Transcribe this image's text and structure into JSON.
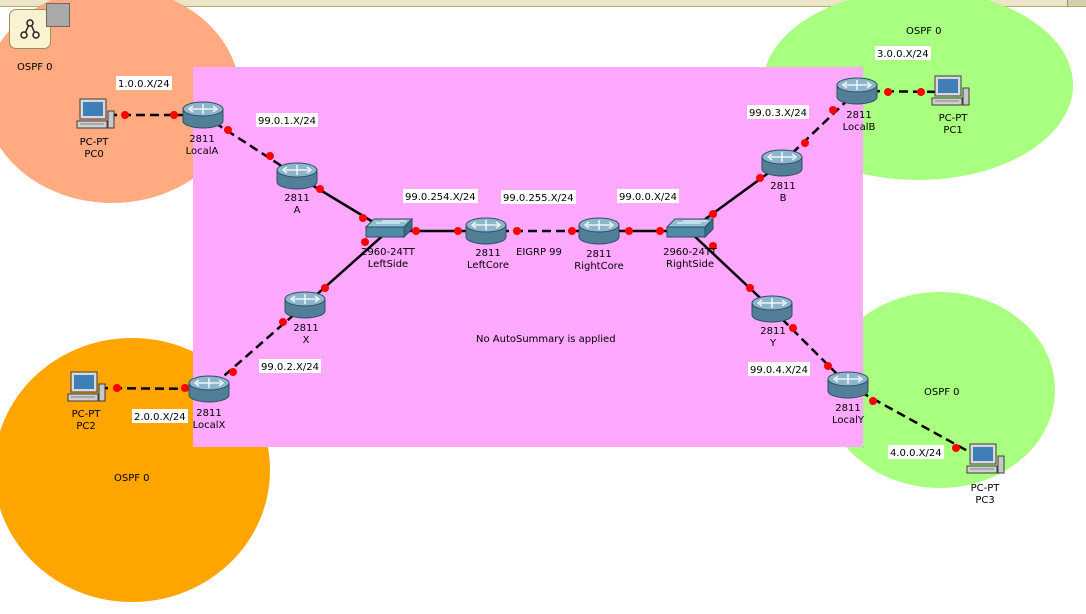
{
  "window": {
    "title_strip": ""
  },
  "areas": [
    {
      "id": "ospf-pc0",
      "label": "OSPF 0",
      "color": "#ffaa80"
    },
    {
      "id": "ospf-pc2",
      "label": "OSPF 0",
      "color": "#ffa500"
    },
    {
      "id": "ospf-pc1",
      "label": "OSPF 0",
      "color": "#a8ff80"
    },
    {
      "id": "ospf-pc3",
      "label": "OSPF 0",
      "color": "#a8ff80"
    },
    {
      "id": "eigrp",
      "label": "",
      "color": "#ffa8ff"
    }
  ],
  "core_note": "No AutoSummary is applied",
  "eigrp_label": "EIGRP 99",
  "devices": [
    {
      "id": "pc0",
      "type": "pc",
      "model": "PC-PT",
      "name": "PC0"
    },
    {
      "id": "pc1",
      "type": "pc",
      "model": "PC-PT",
      "name": "PC1"
    },
    {
      "id": "pc2",
      "type": "pc",
      "model": "PC-PT",
      "name": "PC2"
    },
    {
      "id": "pc3",
      "type": "pc",
      "model": "PC-PT",
      "name": "PC3"
    },
    {
      "id": "localA",
      "type": "router",
      "model": "2811",
      "name": "LocalA"
    },
    {
      "id": "A",
      "type": "router",
      "model": "2811",
      "name": "A"
    },
    {
      "id": "X",
      "type": "router",
      "model": "2811",
      "name": "X"
    },
    {
      "id": "localX",
      "type": "router",
      "model": "2811",
      "name": "LocalX"
    },
    {
      "id": "leftSide",
      "type": "switch",
      "model": "2960-24TT",
      "name": "LeftSide"
    },
    {
      "id": "leftCore",
      "type": "router",
      "model": "2811",
      "name": "LeftCore"
    },
    {
      "id": "rightCore",
      "type": "router",
      "model": "2811",
      "name": "RightCore"
    },
    {
      "id": "rightSide",
      "type": "switch",
      "model": "2960-24TT",
      "name": "RightSide"
    },
    {
      "id": "B",
      "type": "router",
      "model": "2811",
      "name": "B"
    },
    {
      "id": "localB",
      "type": "router",
      "model": "2811",
      "name": "LocalB"
    },
    {
      "id": "Y",
      "type": "router",
      "model": "2811",
      "name": "Y"
    },
    {
      "id": "localY",
      "type": "router",
      "model": "2811",
      "name": "LocalY"
    }
  ],
  "links": [
    {
      "from": "pc0",
      "to": "localA",
      "style": "dashed"
    },
    {
      "from": "localA",
      "to": "A",
      "style": "dashed"
    },
    {
      "from": "A",
      "to": "leftSide",
      "style": "solid"
    },
    {
      "from": "leftSide",
      "to": "X",
      "style": "solid"
    },
    {
      "from": "X",
      "to": "localX",
      "style": "dashed"
    },
    {
      "from": "pc2",
      "to": "localX",
      "style": "dashed"
    },
    {
      "from": "leftSide",
      "to": "leftCore",
      "style": "solid"
    },
    {
      "from": "leftCore",
      "to": "rightCore",
      "style": "dashed"
    },
    {
      "from": "rightCore",
      "to": "rightSide",
      "style": "solid"
    },
    {
      "from": "rightSide",
      "to": "B",
      "style": "solid"
    },
    {
      "from": "B",
      "to": "localB",
      "style": "dashed"
    },
    {
      "from": "localB",
      "to": "pc1",
      "style": "dashed"
    },
    {
      "from": "rightSide",
      "to": "Y",
      "style": "solid"
    },
    {
      "from": "Y",
      "to": "localY",
      "style": "dashed"
    },
    {
      "from": "localY",
      "to": "pc3",
      "style": "dashed"
    }
  ],
  "subnet_labels": [
    {
      "id": "net-1",
      "text": "1.0.0.X/24"
    },
    {
      "id": "net-99-1",
      "text": "99.0.1.X/24"
    },
    {
      "id": "net-2",
      "text": "2.0.0.X/24"
    },
    {
      "id": "net-99-2",
      "text": "99.0.2.X/24"
    },
    {
      "id": "net-99-254",
      "text": "99.0.254.X/24"
    },
    {
      "id": "net-99-255",
      "text": "99.0.255.X/24"
    },
    {
      "id": "net-99-0",
      "text": "99.0.0.X/24"
    },
    {
      "id": "net-99-3",
      "text": "99.0.3.X/24"
    },
    {
      "id": "net-3",
      "text": "3.0.0.X/24"
    },
    {
      "id": "net-99-4",
      "text": "99.0.4.X/24"
    },
    {
      "id": "net-4",
      "text": "4.0.0.X/24"
    }
  ],
  "colors": {
    "link": "#000000",
    "port": "#ff0000",
    "router_body": "#6f9ab2",
    "switch_body": "#4f8aa6"
  }
}
